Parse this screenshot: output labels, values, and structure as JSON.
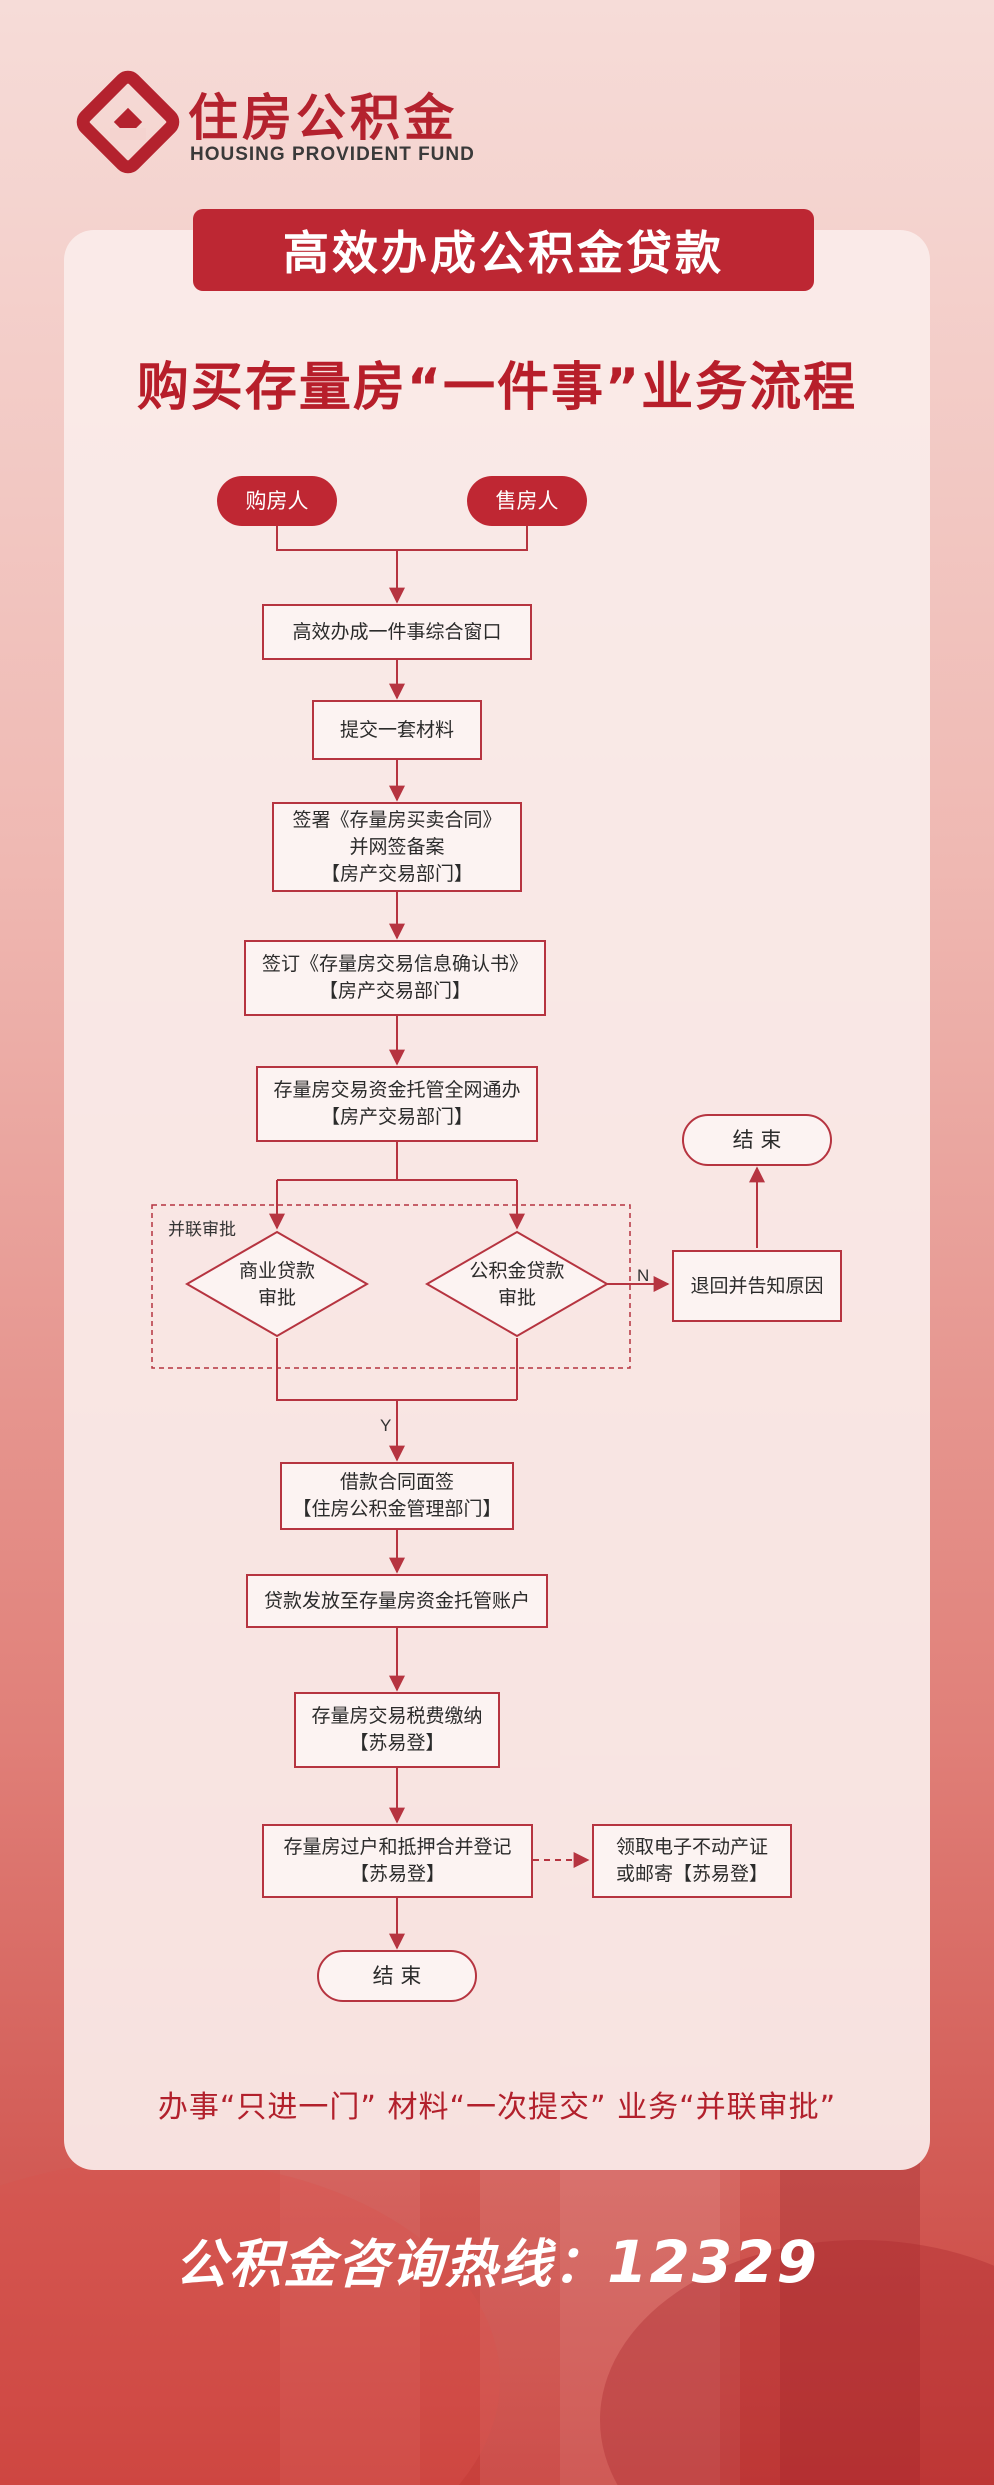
{
  "brand": {
    "name": "住房公积金",
    "subtitle": "HOUSING PROVIDENT FUND"
  },
  "banner": "高效办成公积金贷款",
  "title": "购买存量房“一件事”业务流程",
  "flow": {
    "buyer": "购房人",
    "seller": "售房人",
    "window": "高效办成一件事综合窗口",
    "submit": "提交一套材料",
    "sign_contract": "签署《存量房买卖合同》\n并网签备案\n【房产交易部门】",
    "sign_confirm": "签订《存量房交易信息确认书》\n【房产交易部门】",
    "escrow": "存量房交易资金托管全网通办\n【房产交易部门】",
    "parallel_label": "并联审批",
    "commercial_loan": "商业贷款\n审批",
    "fund_loan": "公积金贷款\n审批",
    "n_label": "N",
    "y_label": "Y",
    "reject": "退回并告知原因",
    "end_top": "结 束",
    "loan_contract": "借款合同面签\n【住房公积金管理部门】",
    "disburse": "贷款发放至存量房资金托管账户",
    "tax": "存量房交易税费缴纳\n【苏易登】",
    "transfer": "存量房过户和抵押合并登记\n【苏易登】",
    "certificate": "领取电子不动产证\n或邮寄【苏易登】",
    "end_bottom": "结 束"
  },
  "slogan": "办事“只进一门” 材料“一次提交” 业务“并联审批”",
  "hotline": {
    "label": "公积金咨询热线：",
    "number": "12329"
  },
  "colors": {
    "brand_red": "#bf2733",
    "line_red": "#b63440",
    "panel": "#faecea"
  }
}
